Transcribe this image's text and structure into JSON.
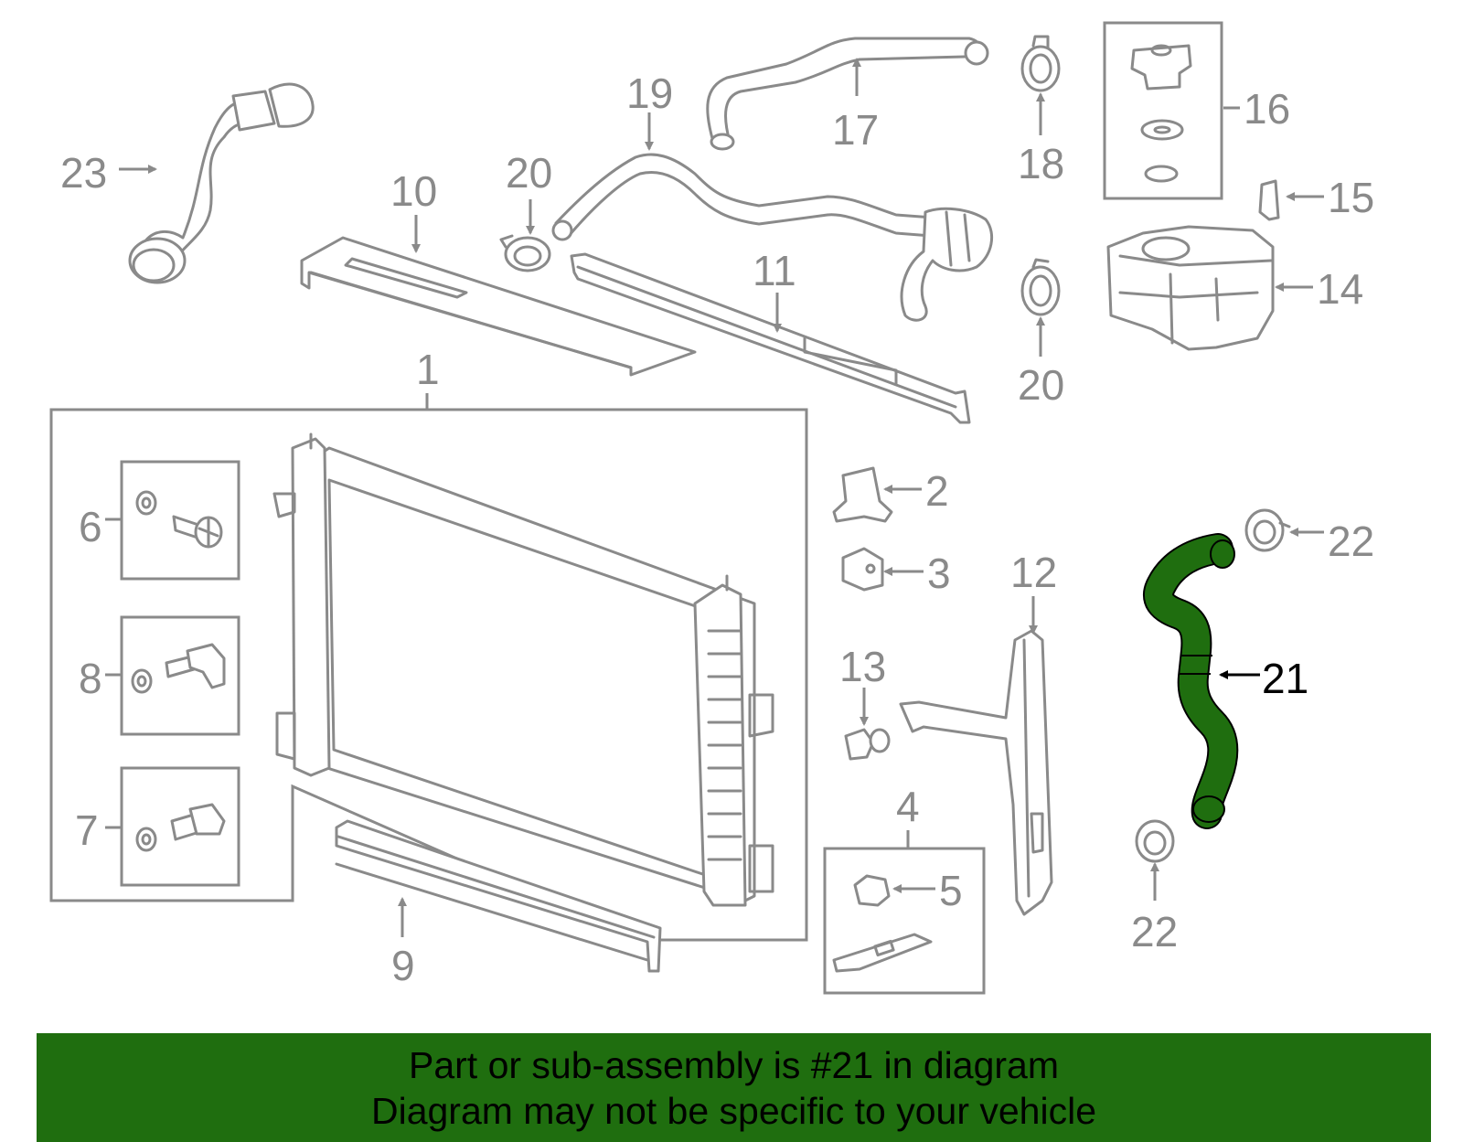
{
  "diagram": {
    "callouts": {
      "c1": "1",
      "c2": "2",
      "c3": "3",
      "c4": "4",
      "c5": "5",
      "c6": "6",
      "c7": "7",
      "c8": "8",
      "c9": "9",
      "c10": "10",
      "c11": "11",
      "c12": "12",
      "c13": "13",
      "c14": "14",
      "c15": "15",
      "c16": "16",
      "c17": "17",
      "c18": "18",
      "c19": "19",
      "c20a": "20",
      "c20b": "20",
      "c21": "21",
      "c22a": "22",
      "c22b": "22",
      "c23": "23"
    },
    "highlight_part": "21",
    "colors": {
      "line_gray": "#8a8a8a",
      "highlight_green": "#1f6e0f",
      "banner_green": "#1f6e0f",
      "text_black": "#000000"
    }
  },
  "banner": {
    "line1": "Part or sub-assembly is #21 in diagram",
    "line2": "Diagram may not be specific to your vehicle"
  }
}
